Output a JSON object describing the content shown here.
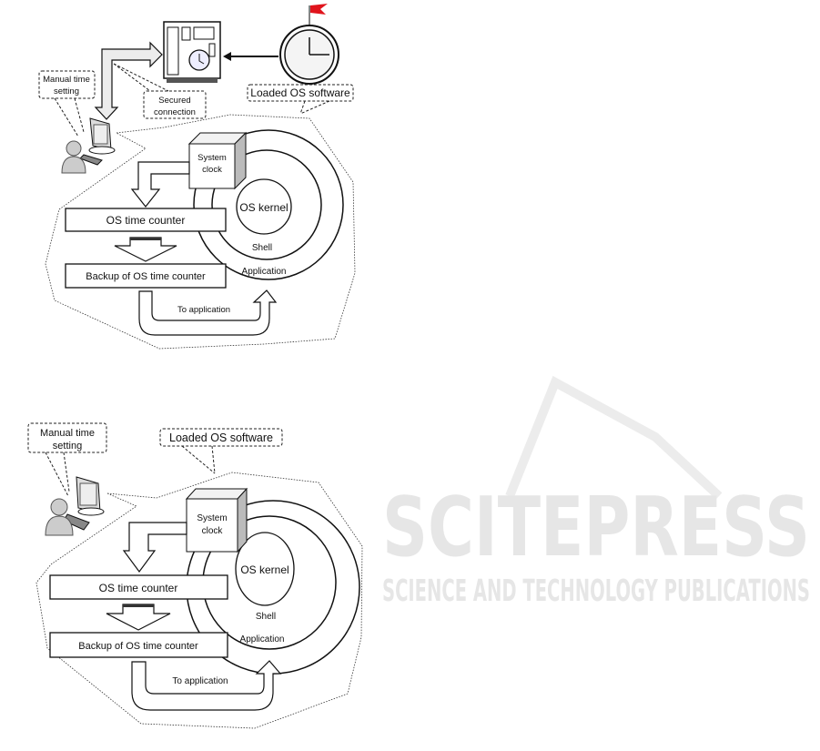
{
  "watermark": {
    "title": "SCITEPRESS",
    "subtitle": "SCIENCE AND TECHNOLOGY PUBLICATIONS"
  },
  "diagram_top": {
    "manual_time_line1": "Manual time",
    "manual_time_line2": "setting",
    "secured_line1": "Secured",
    "secured_line2": "connection",
    "loaded_os": "Loaded OS software",
    "system_clock_line1": "System",
    "system_clock_line2": "clock",
    "os_kernel": "OS kernel",
    "shell": "Shell",
    "application": "Application",
    "os_time_counter": "OS time counter",
    "backup": "Backup of OS time counter",
    "to_application": "To application"
  },
  "diagram_bottom": {
    "manual_time_line1": "Manual time",
    "manual_time_line2": "setting",
    "loaded_os": "Loaded OS software",
    "system_clock_line1": "System",
    "system_clock_line2": "clock",
    "os_kernel": "OS kernel",
    "shell": "Shell",
    "application": "Application",
    "os_time_counter": "OS time counter",
    "backup": "Backup of OS time counter",
    "to_application": "To application"
  }
}
